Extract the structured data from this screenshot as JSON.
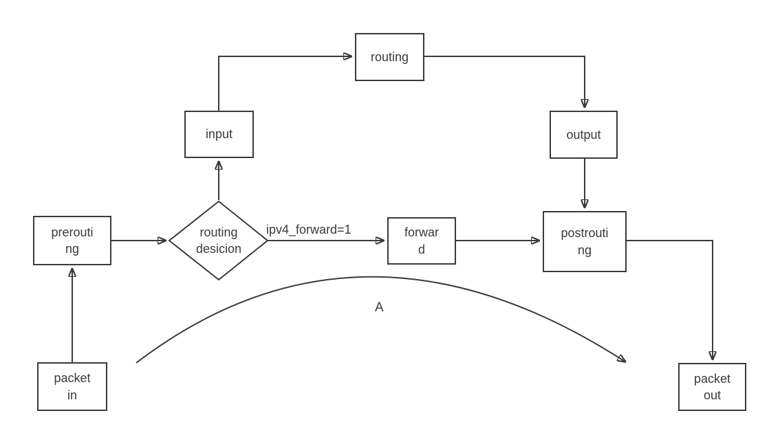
{
  "diagram": {
    "title_hint": "netfilter packet flow",
    "background_color": "#ffffff",
    "stroke_color": "#3a3a3c",
    "text_color": "#3a3a3c",
    "nodes": {
      "packet_in": {
        "label": "packet\nin",
        "shape": "rect"
      },
      "prerouting": {
        "label": "prerouti\nng",
        "shape": "rect"
      },
      "routing_decision": {
        "label": "routing\ndesicion",
        "shape": "diamond"
      },
      "input": {
        "label": "input",
        "shape": "rect"
      },
      "routing": {
        "label": "routing",
        "shape": "rect"
      },
      "output": {
        "label": "output",
        "shape": "rect"
      },
      "forward": {
        "label": "forwar\nd",
        "shape": "rect"
      },
      "postrouting": {
        "label": "postrouti\nng",
        "shape": "rect"
      },
      "packet_out": {
        "label": "packet\nout",
        "shape": "rect"
      }
    },
    "edge_labels": {
      "ipv4_forward": "ipv4_forward=1",
      "bypass_curve": "A"
    }
  }
}
